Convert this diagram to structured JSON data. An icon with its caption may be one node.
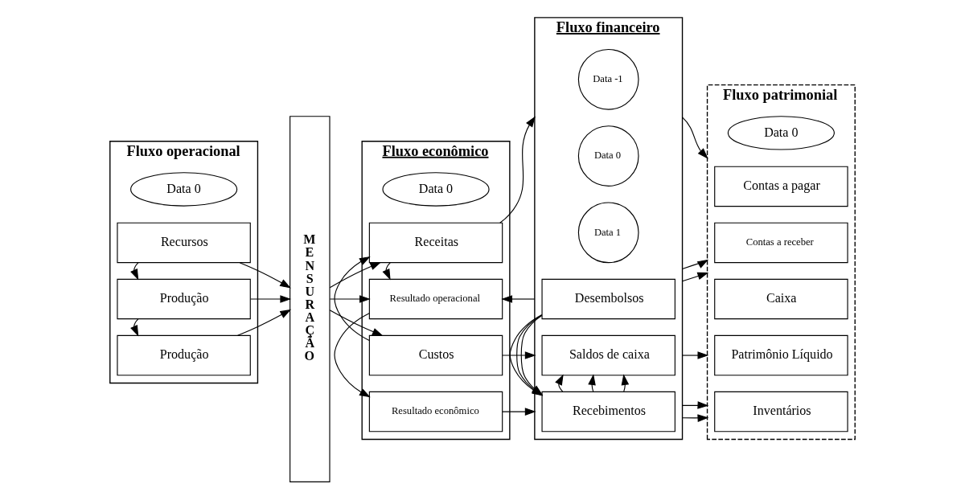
{
  "diagram": {
    "nodes": [
      {
        "text": [
          "Fluxo operacional"
        ]
      },
      {
        "text": [
          "Data 0"
        ],
        "in": 0
      },
      {
        "text": [
          "Recursos"
        ],
        "in": 0
      },
      {
        "text": [
          "Produção"
        ],
        "in": 0
      },
      {
        "text": [
          "Produção"
        ],
        "in": 0
      },
      {
        "text": [
          "MENSURAÇÃO"
        ]
      },
      {
        "text": [
          "Fluxo econômico"
        ]
      },
      {
        "text": [
          "Data 0"
        ],
        "in": 6
      },
      {
        "text": [
          "Custos"
        ],
        "in": 6
      },
      {
        "text": [
          "Receitas"
        ],
        "in": 6
      },
      {
        "text": [
          "Resultado operacional"
        ],
        "in": 6
      },
      {
        "text": [
          "Resultado econômico"
        ],
        "in": 6
      },
      {
        "text": [
          "Fluxo financeiro"
        ]
      },
      {
        "text": [
          "Data -1"
        ],
        "in": 12
      },
      {
        "text": [
          "Data 0"
        ],
        "in": 12
      },
      {
        "text": [
          "Data 1"
        ],
        "in": 12
      },
      {
        "text": [
          "Desembolsos"
        ],
        "in": 12
      },
      {
        "text": [
          "Recebimentos"
        ],
        "in": 12
      },
      {
        "text": [
          "Saldos de caixa"
        ],
        "in": 12
      },
      {
        "text": [
          "Fluxo patrimonial"
        ]
      },
      {
        "text": [
          "Data 0"
        ],
        "in": 19
      },
      {
        "text": [
          "Contas a pagar"
        ],
        "in": 19
      },
      {
        "text": [
          "Contas a receber"
        ],
        "in": 19
      },
      {
        "text": [
          "Inventários"
        ],
        "in": 19
      },
      {
        "text": [
          "Caixa"
        ],
        "in": 19
      },
      {
        "text": [
          "Patrimônio Líquido"
        ],
        "in": 19
      }
    ],
    "edges": [
      {
        "from": 2,
        "to": 3,
        "arrow": "to"
      },
      {
        "from": 3,
        "to": 4,
        "arrow": "to"
      },
      {
        "from": 2,
        "to": 5,
        "arrow": "to"
      },
      {
        "from": 3,
        "to": 5,
        "arrow": "to"
      },
      {
        "from": 4,
        "to": 5,
        "arrow": "to"
      },
      {
        "from": 5,
        "to": 8,
        "arrow": "to"
      },
      {
        "from": 5,
        "to": 9,
        "arrow": "to"
      },
      {
        "from": 5,
        "to": 10,
        "arrow": "to"
      },
      {
        "from": 8,
        "to": 9,
        "arrow": "to"
      },
      {
        "from": 9,
        "to": 10,
        "arrow": "to"
      },
      {
        "from": 10,
        "to": 11,
        "arrow": "to"
      },
      {
        "from": 8,
        "to": 12,
        "arrow": "to"
      },
      {
        "from": 9,
        "to": 12,
        "arrow": "to"
      },
      {
        "from": 12,
        "to": 10,
        "arrow": "to"
      },
      {
        "from": 11,
        "to": 12,
        "arrow": "to"
      },
      {
        "from": 16,
        "to": 17,
        "arrow": "to"
      },
      {
        "from": 16,
        "to": 17,
        "arrow": "to"
      },
      {
        "from": 16,
        "to": 17,
        "arrow": "to"
      },
      {
        "from": 17,
        "to": 18,
        "arrow": "to"
      },
      {
        "from": 17,
        "to": 18,
        "arrow": "to"
      },
      {
        "from": 17,
        "to": 18,
        "arrow": "to"
      },
      {
        "from": 12,
        "to": 19,
        "arrow": "to"
      },
      {
        "from": 12,
        "to": 19,
        "arrow": "to"
      },
      {
        "from": 12,
        "to": 19,
        "arrow": "to"
      },
      {
        "from": 12,
        "to": 19,
        "arrow": "to"
      },
      {
        "from": 12,
        "to": 19,
        "arrow": "to"
      },
      {
        "from": 12,
        "to": 19,
        "arrow": "to"
      }
    ]
  }
}
